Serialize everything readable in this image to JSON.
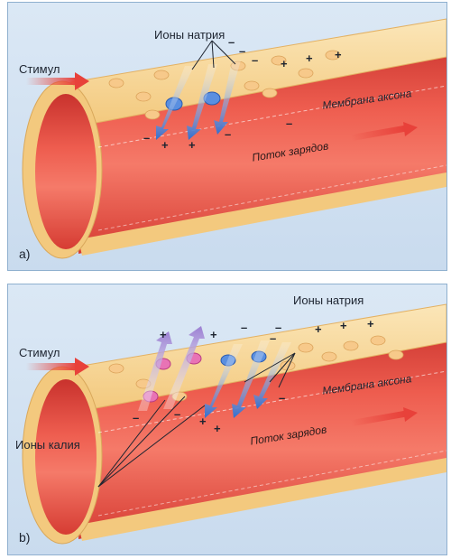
{
  "panel_a": {
    "label": "a)",
    "stimulus": "Стимул",
    "sodium_ions": "Ионы натрия",
    "membrane": "Мембрана аксона",
    "charge_flow": "Поток зарядов"
  },
  "panel_b": {
    "label": "b)",
    "stimulus": "Стимул",
    "sodium_ions": "Ионы натрия",
    "potassium_ions": "Ионы калия",
    "membrane": "Мембрана аксона",
    "charge_flow": "Поток зарядов"
  },
  "symbols": {
    "plus": "+",
    "minus": "–"
  },
  "colors": {
    "background": "#d5e4f3",
    "membrane": "#f7d79a",
    "axon_interior": "#e8413a",
    "stimulus_arrow": "#e8413a",
    "sodium_arrow": "#3f7fd6",
    "potassium_arrow": "#a98fd8",
    "potassium_channel": "#e0509e"
  },
  "icons": [
    "stimulus-arrow",
    "charge-flow-arrow",
    "sodium-ion-arrow",
    "potassium-ion-arrow",
    "ion-channel"
  ]
}
